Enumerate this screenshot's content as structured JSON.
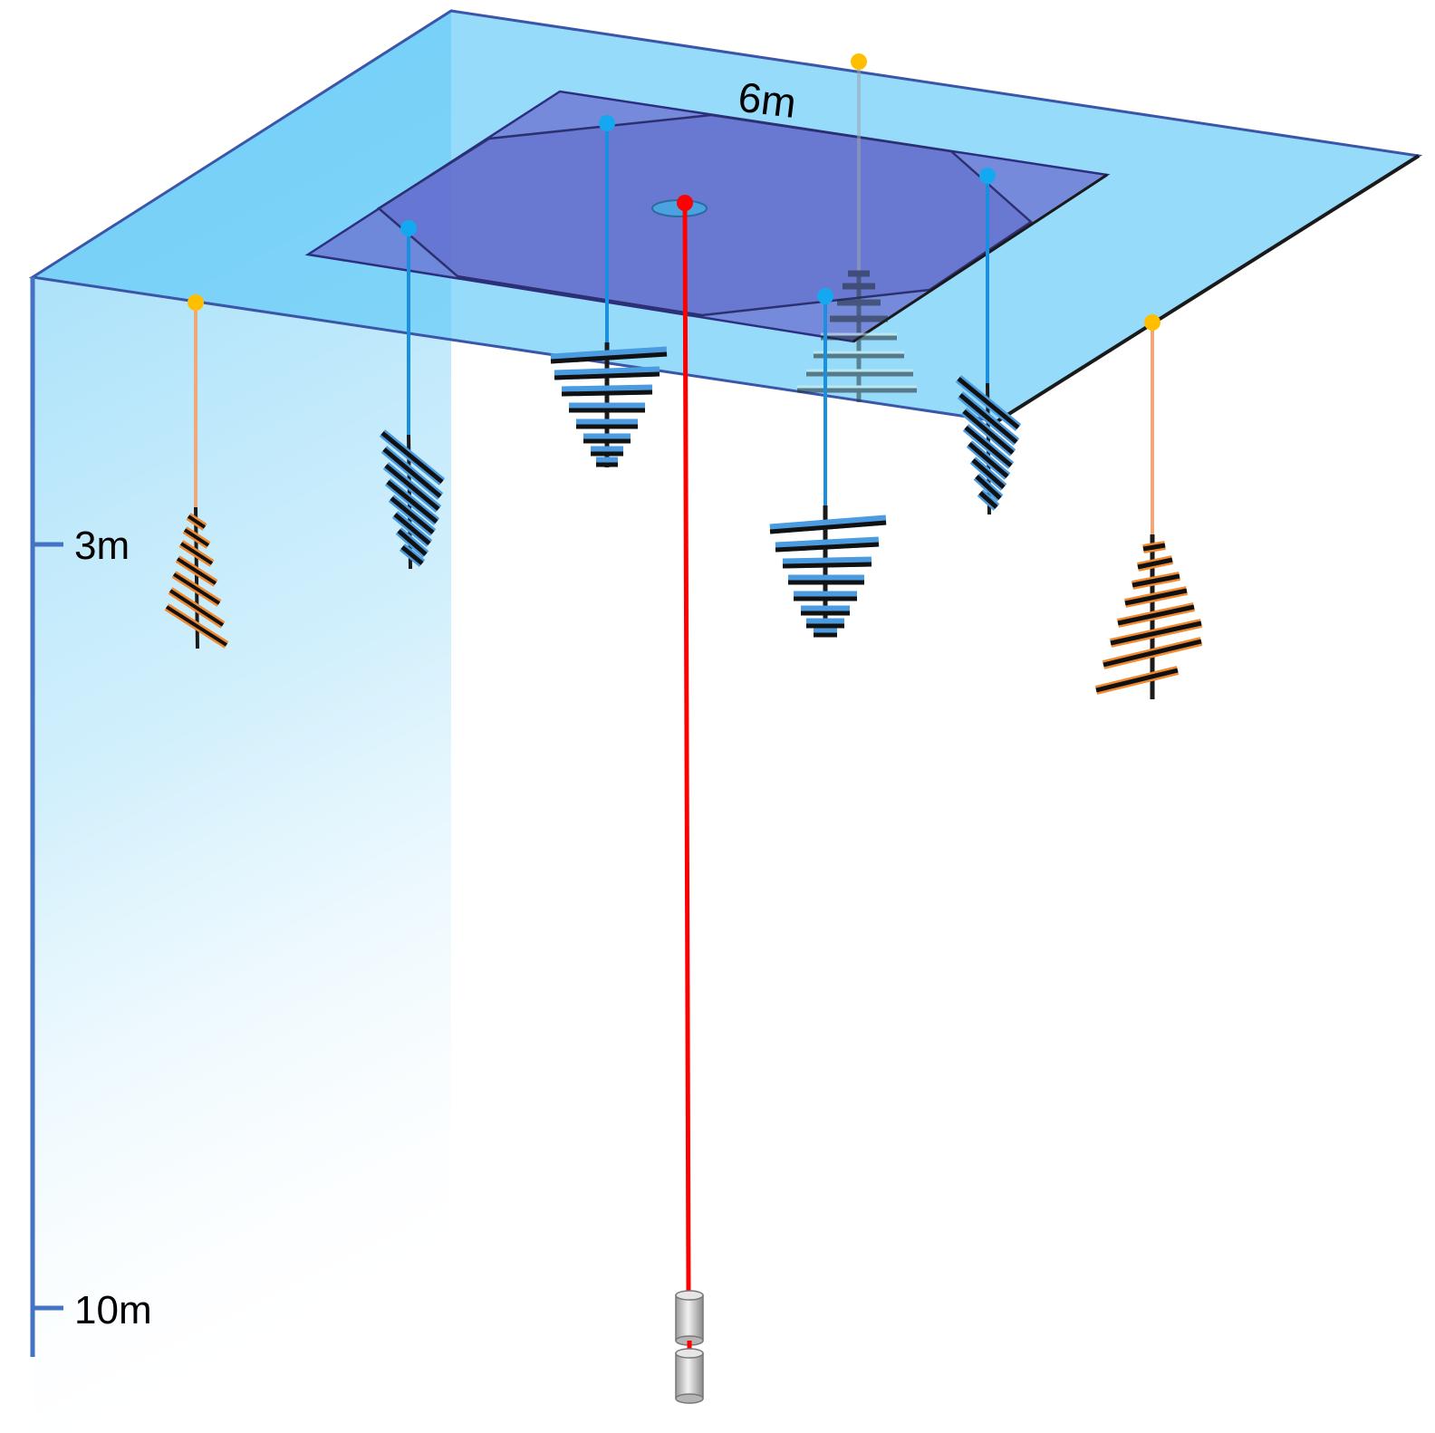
{
  "labels": {
    "width": "6m",
    "depth_3": "3m",
    "depth_10": "10m"
  },
  "colors": {
    "water_surface": "#5ec8f8",
    "array_plate": "#6a6fd0",
    "depth_axis": "#4472c4",
    "blue_antenna_feed": "#1a8fe0",
    "blue_antenna_dot": "#14a8f0",
    "orange_antenna_feed": "#f0a878",
    "orange_antenna_dot": "#ffbf00",
    "center_cable": "#ff0000",
    "weight": "#bfbfbf"
  },
  "elements": {
    "center_probe": "red-cable-with-weights",
    "blue_antennas": "log-periodic-antenna",
    "orange_antennas": "log-periodic-antenna"
  }
}
